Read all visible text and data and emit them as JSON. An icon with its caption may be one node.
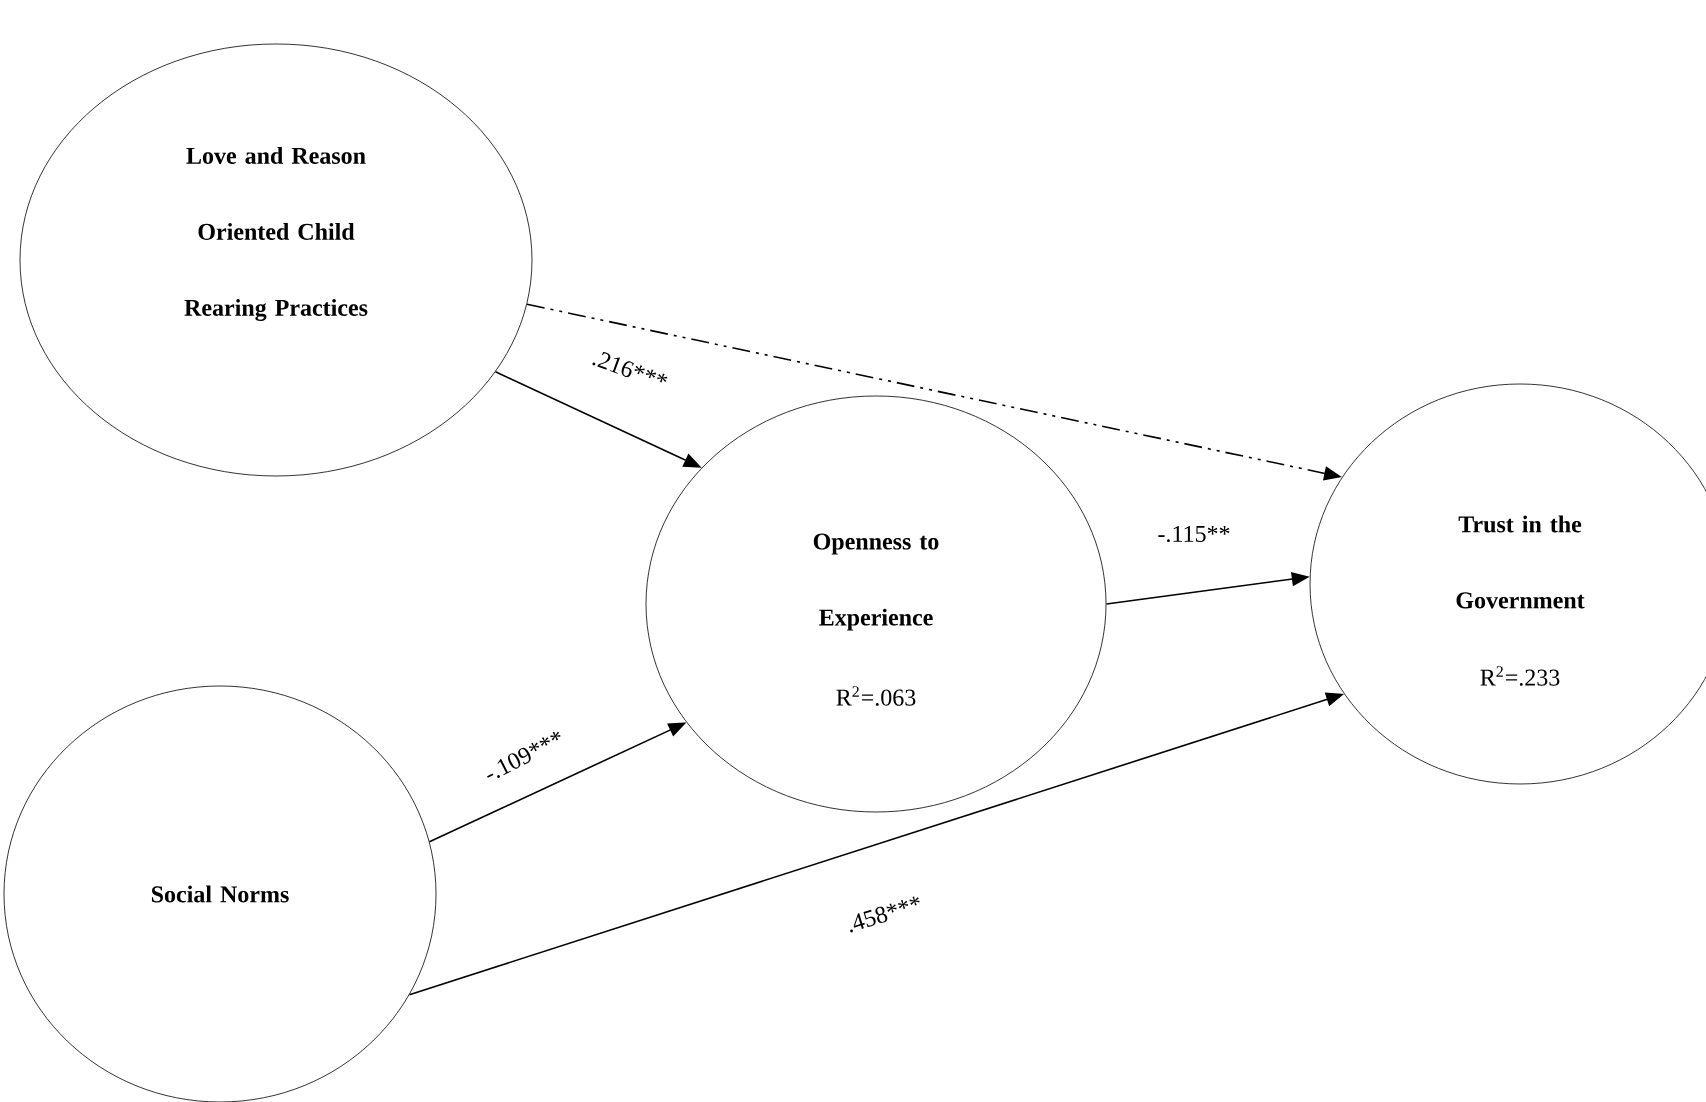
{
  "diagram": {
    "nodes": [
      {
        "text": [
          "Love and Reason Oriented Child Rearing Practices"
        ]
      },
      {
        "text": [
          "Openness to Experience",
          "R$^{2}$=.063"
        ]
      },
      {
        "text": [
          "Trust in the Government",
          "R$^{2}$=.233"
        ]
      },
      {
        "text": [
          "Social Norms"
        ]
      }
    ],
    "edges": [
      {
        "from": 0,
        "to": 1,
        "arrow": "to",
        "label": ".216***"
      },
      {
        "from": 0,
        "to": 2,
        "arrow": "to",
        "style": "dashed"
      },
      {
        "from": 1,
        "to": 2,
        "arrow": "to",
        "label": "-.115**"
      },
      {
        "from": 3,
        "to": 1,
        "arrow": "to",
        "label": "-.109***"
      },
      {
        "from": 3,
        "to": 2,
        "arrow": "to",
        "label": ".458***"
      }
    ]
  }
}
